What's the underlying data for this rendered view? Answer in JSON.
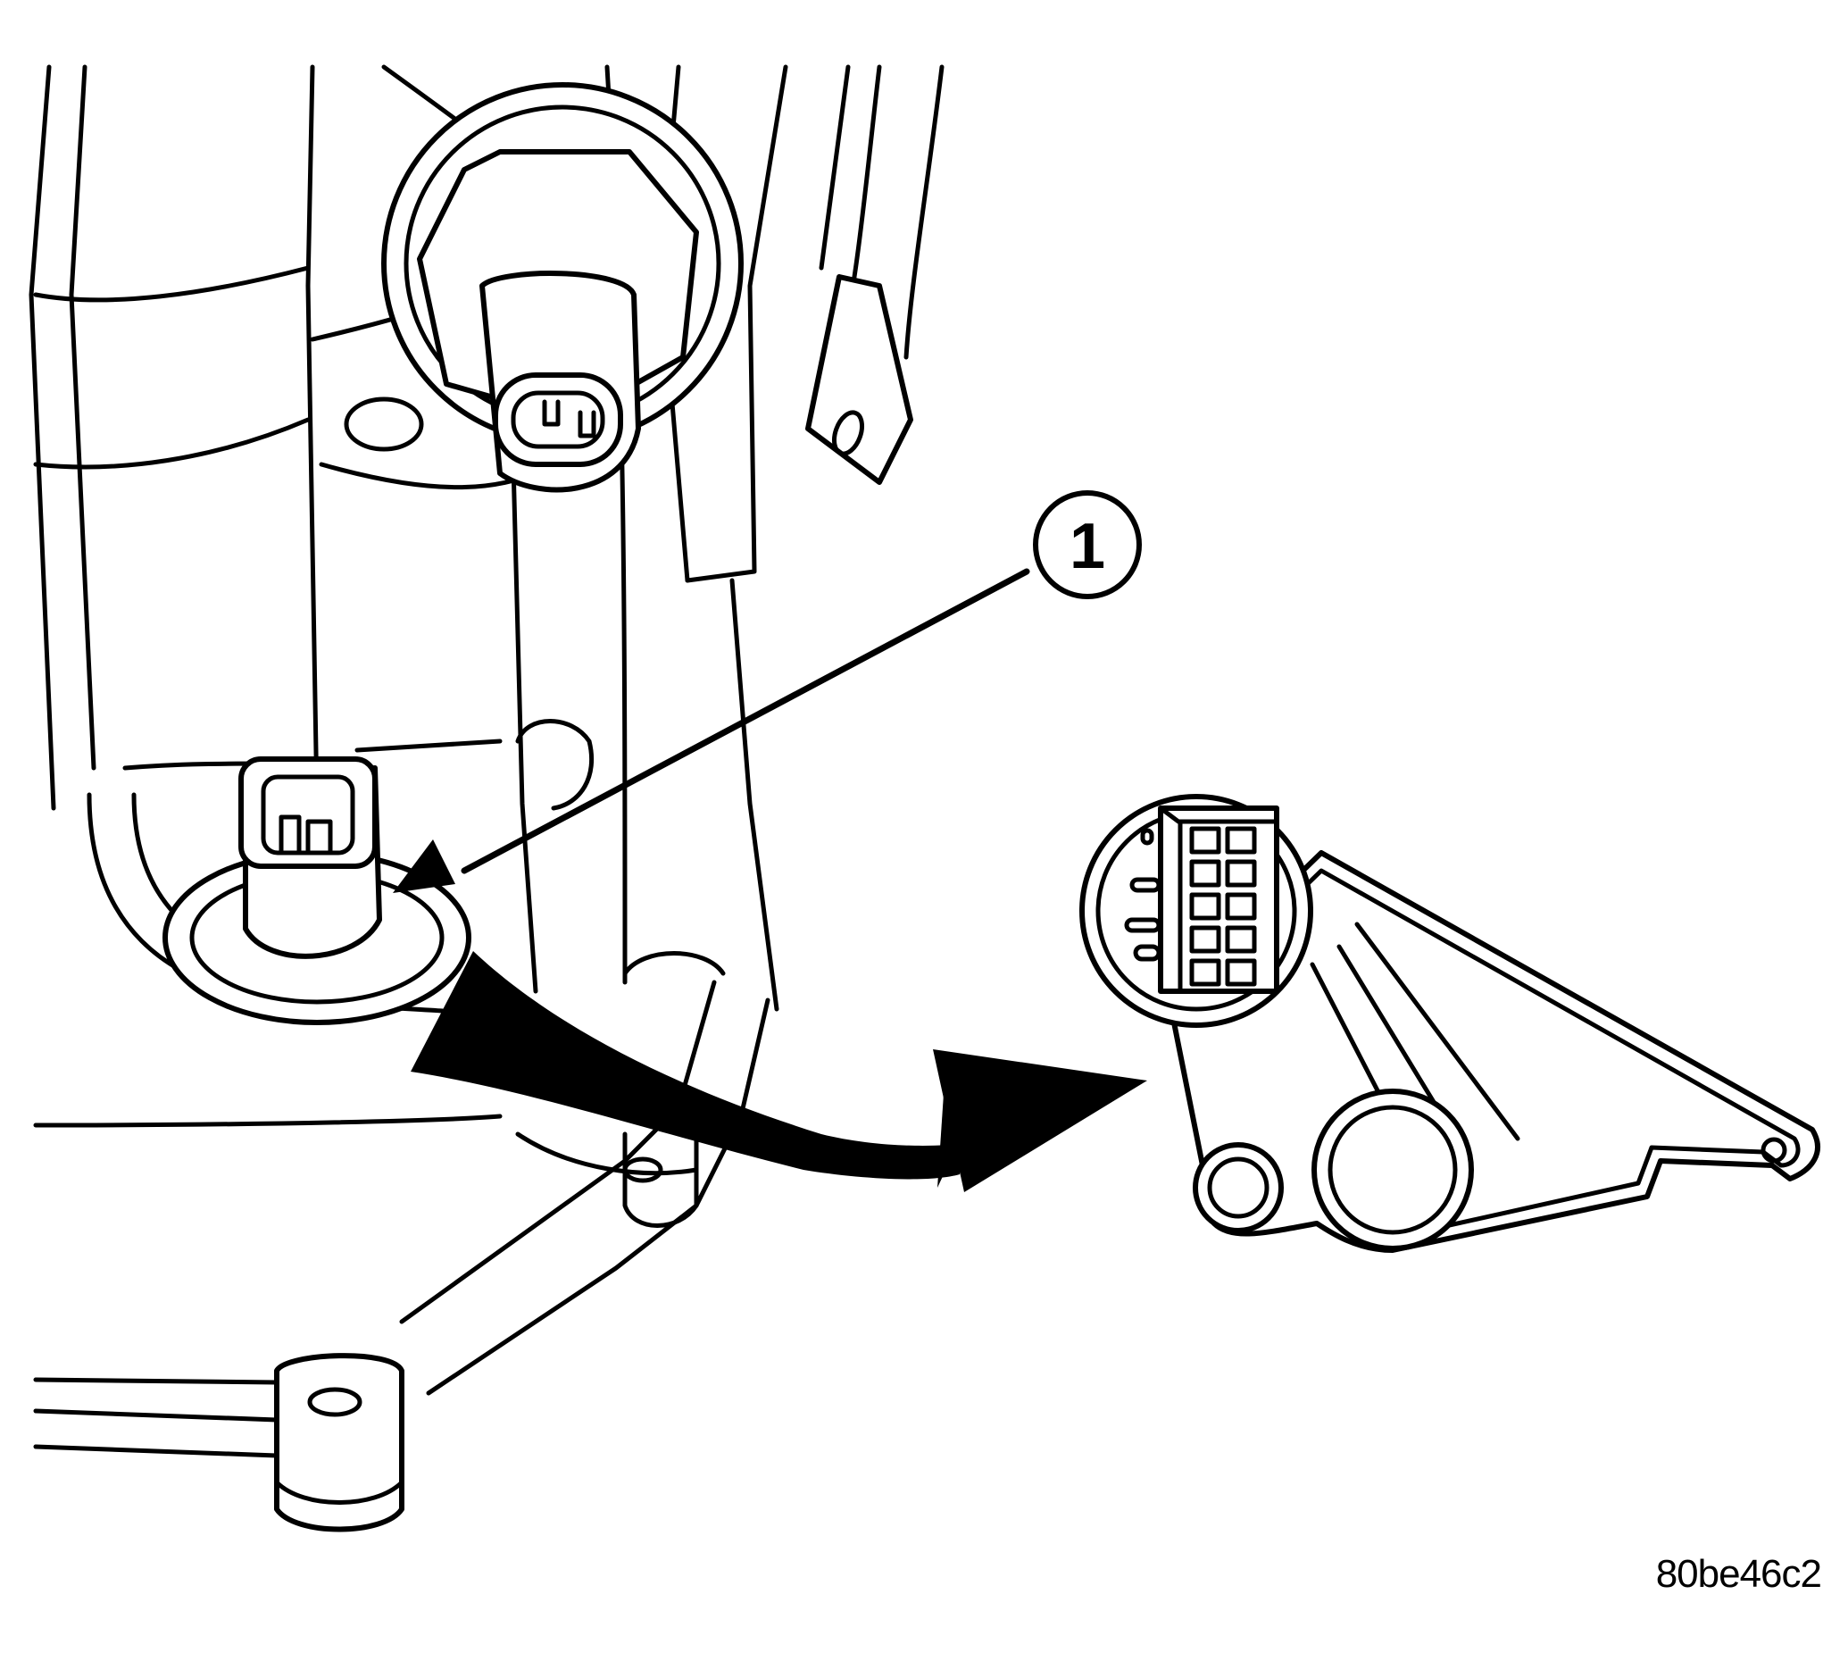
{
  "figure": {
    "callout_number": "1",
    "figure_id": "80be46c2"
  },
  "colors": {
    "line": "#000000",
    "background": "#ffffff"
  },
  "parts": [
    "transmission-housing",
    "speed-sensor",
    "range-sensor-connector",
    "range-sensor-bracket",
    "removal-arrow"
  ]
}
